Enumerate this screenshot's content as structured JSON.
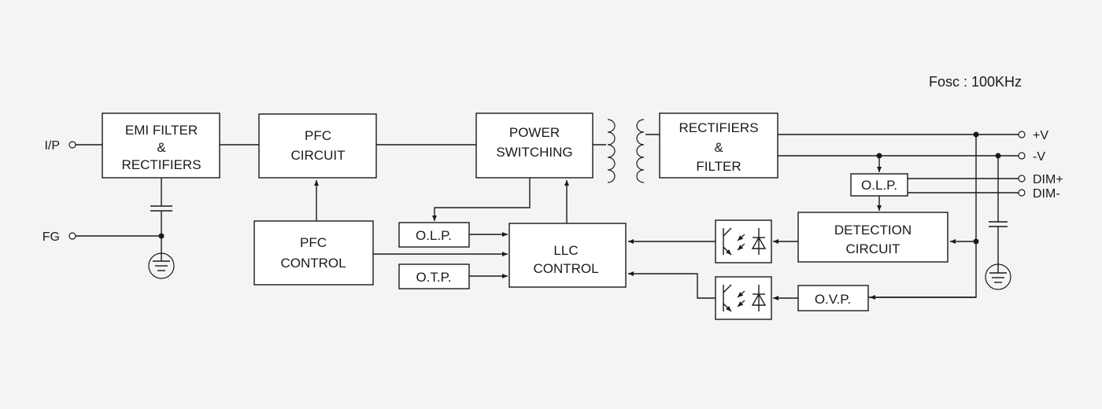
{
  "fosc": "Fosc : 100KHz",
  "terminals": {
    "ip": "I/P",
    "fg": "FG",
    "plus_v": "+V",
    "minus_v": "-V",
    "dim_plus": "DIM+",
    "dim_minus": "DIM-"
  },
  "blocks": {
    "emi": [
      "EMI FILTER",
      "&",
      "RECTIFIERS"
    ],
    "pfc_circuit": [
      "PFC",
      "CIRCUIT"
    ],
    "power_switching": [
      "POWER",
      "SWITCHING"
    ],
    "rectifiers_filter": [
      "RECTIFIERS",
      "&",
      "FILTER"
    ],
    "pfc_control": [
      "PFC",
      "CONTROL"
    ],
    "llc_control": [
      "LLC",
      "CONTROL"
    ],
    "olp_primary": "O.L.P.",
    "otp": "O.T.P.",
    "olp_secondary": "O.L.P.",
    "detection": [
      "DETECTION",
      "CIRCUIT"
    ],
    "ovp": "O.V.P."
  }
}
